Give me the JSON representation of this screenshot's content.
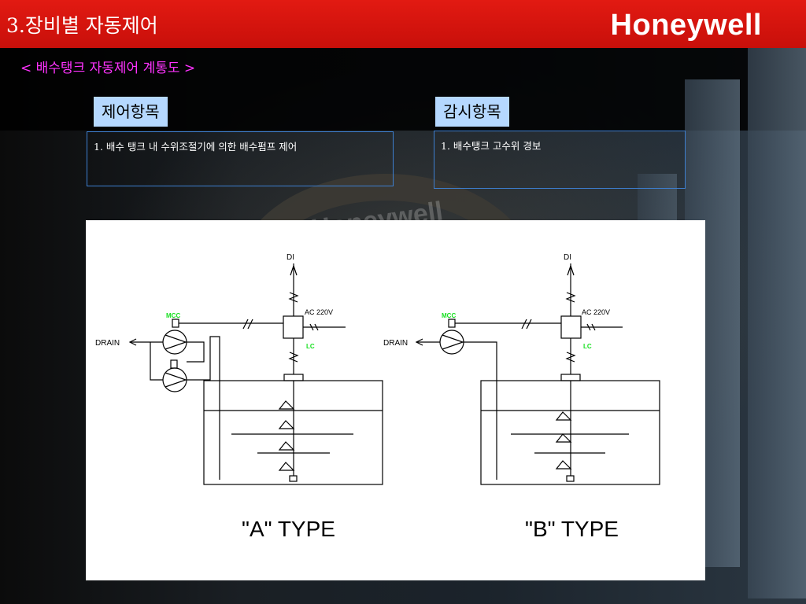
{
  "header": {
    "title": "3.장비별 자동제어",
    "logo": "Honeywell"
  },
  "subtitle": "< 배수탱크 자동제어 계통도 >",
  "control": {
    "label": "제어항목",
    "items": [
      "1. 배수 탱크 내 수위조절기에 의한 배수펌프 제어"
    ]
  },
  "monitor": {
    "label": "감시항목",
    "items": [
      "1. 배수탱크 고수위 경보"
    ]
  },
  "background_watermark": "Honeywell",
  "diagram": {
    "type_a": {
      "caption": "\"A\"  TYPE",
      "di": "DI",
      "mcc": "MCC",
      "lc": "LC",
      "drain": "DRAIN",
      "ac": "AC  220V"
    },
    "type_b": {
      "caption": "\"B\"  TYPE",
      "di": "DI",
      "mcc": "MCC",
      "lc": "LC",
      "drain": "DRAIN",
      "ac": "AC  220V"
    }
  }
}
